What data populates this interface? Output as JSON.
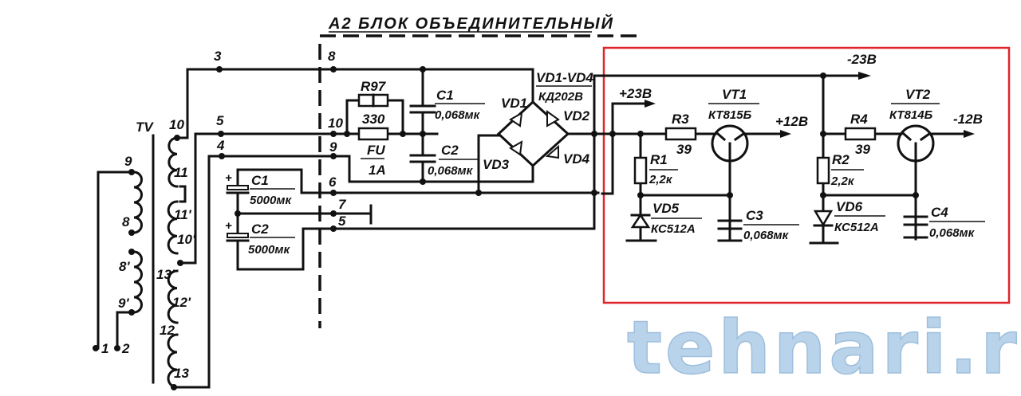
{
  "title": "А2 БЛОК ОБЪЕДИНИТЕЛЬНЫЙ",
  "transformer": {
    "name": "TV",
    "primary_pins": [
      "9",
      "8",
      "8'",
      "9'",
      "1",
      "2"
    ],
    "secondary_pins": [
      "10",
      "11",
      "11'",
      "10'",
      "13'",
      "12'",
      "12",
      "13"
    ],
    "wire_labels": [
      "3",
      "5",
      "4"
    ]
  },
  "block_pins": [
    "8",
    "10",
    "9",
    "6",
    "7",
    "5"
  ],
  "filter_caps": [
    {
      "ref": "C1",
      "value": "5000мк"
    },
    {
      "ref": "C2",
      "value": "5000мк"
    }
  ],
  "r97": {
    "ref": "R97",
    "value": "330"
  },
  "fuse": {
    "ref": "FU",
    "value": "1А"
  },
  "bridge_caps": [
    {
      "ref": "C1",
      "value": "0,068мк"
    },
    {
      "ref": "C2",
      "value": "0,068мк"
    }
  ],
  "bridge": {
    "ref": "VD1-VD4",
    "part": "КД202В",
    "diodes": [
      "VD1",
      "VD2",
      "VD3",
      "VD4"
    ]
  },
  "rails": {
    "plus23": "+23В",
    "minus23": "-23В",
    "plus12": "+12В",
    "minus12": "-12В"
  },
  "positive_reg": {
    "r3": {
      "ref": "R3",
      "value": "39"
    },
    "vt1": {
      "ref": "VT1",
      "part": "КТ815Б"
    },
    "r1": {
      "ref": "R1",
      "value": "2,2к"
    },
    "vd5": {
      "ref": "VD5",
      "part": "КС512А"
    },
    "c3": {
      "ref": "C3",
      "value": "0,068мк"
    }
  },
  "negative_reg": {
    "r4": {
      "ref": "R4",
      "value": "39"
    },
    "vt2": {
      "ref": "VT2",
      "part": "КТ814Б"
    },
    "r2": {
      "ref": "R2",
      "value": "2,2к"
    },
    "vd6": {
      "ref": "VD6",
      "part": "КС512А"
    },
    "c4": {
      "ref": "C4",
      "value": "0,068мк"
    }
  },
  "highlight_color": "#e0242b",
  "watermark": "tehnari.ru"
}
